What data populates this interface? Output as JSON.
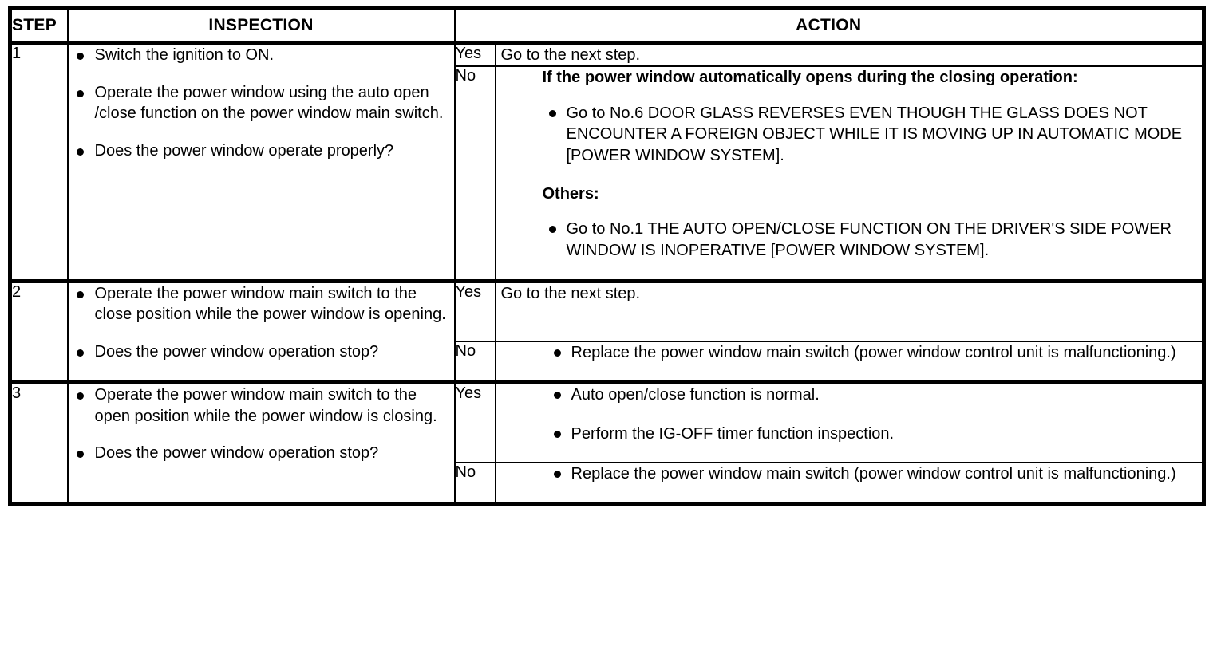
{
  "table": {
    "headers": {
      "step": "STEP",
      "inspection": "INSPECTION",
      "action": "ACTION"
    },
    "steps": [
      {
        "number": "1",
        "inspection": [
          "Switch the ignition to ON.",
          "Operate the power window using the auto open /close function on the power window main switch.",
          "Does the power window operate properly?"
        ],
        "branches": [
          {
            "label": "Yes",
            "text": "Go to the next step."
          },
          {
            "label": "No",
            "heading": "If the power window automatically opens during the closing operation:",
            "bullets_1": [
              "Go to No.6 DOOR GLASS REVERSES EVEN THOUGH THE GLASS DOES NOT ENCOUNTER A FOREIGN OBJECT WHILE IT IS MOVING UP IN AUTOMATIC MODE [POWER WINDOW SYSTEM]."
            ],
            "subheading": "Others:",
            "bullets_2": [
              "Go to No.1 THE AUTO OPEN/CLOSE FUNCTION ON THE DRIVER'S SIDE POWER WINDOW IS INOPERATIVE [POWER WINDOW SYSTEM]."
            ]
          }
        ]
      },
      {
        "number": "2",
        "inspection": [
          "Operate the power window main switch to the close position while the power window is opening.",
          "Does the power window operation stop?"
        ],
        "branches": [
          {
            "label": "Yes",
            "text": "Go to the next step."
          },
          {
            "label": "No",
            "bullets": [
              "Replace the power window main switch (power window control unit is malfunctioning.)"
            ]
          }
        ]
      },
      {
        "number": "3",
        "inspection": [
          "Operate the power window main switch to the open position while the power window is closing.",
          "Does the power window operation stop?"
        ],
        "branches": [
          {
            "label": "Yes",
            "bullets": [
              "Auto open/close function is normal.",
              "Perform the IG-OFF timer function inspection."
            ]
          },
          {
            "label": "No",
            "bullets": [
              "Replace the power window main switch (power window control unit is malfunctioning.)"
            ]
          }
        ]
      }
    ]
  }
}
